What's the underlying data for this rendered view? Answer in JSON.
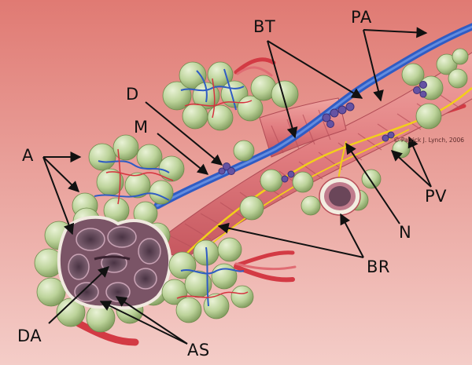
{
  "diagram": {
    "labels": {
      "bt": "BT",
      "pa": "PA",
      "d": "D",
      "m": "M",
      "a": "A",
      "pv": "PV",
      "n": "N",
      "br": "BR",
      "da": "DA",
      "as": "AS"
    },
    "credit": "© Patrick J. Lynch, 2006",
    "colors": {
      "background_top": "#e27e77",
      "background_bottom": "#f2c9c4",
      "alveolus_green": "#b7cf93",
      "artery_blue": "#3d6fd0",
      "vessel_red": "#d6323e",
      "nerve_yellow": "#f4d21a",
      "muscle_pink": "#e2888c",
      "lymph_purple": "#6a5aa6"
    }
  }
}
